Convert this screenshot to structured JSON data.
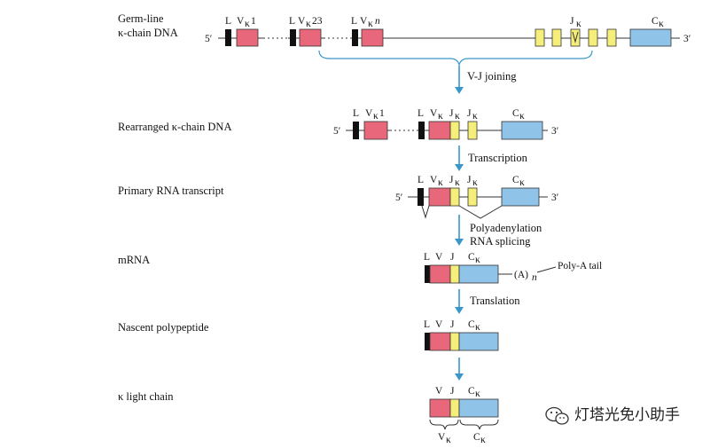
{
  "stages": {
    "germline_1": "Germ-line",
    "germline_2": "κ-chain DNA",
    "rearranged": "Rearranged κ-chain DNA",
    "primary": "Primary RNA transcript",
    "mrna": "mRNA",
    "nascent": "Nascent polypeptide",
    "light_chain": "κ light chain"
  },
  "steps": {
    "vj_joining": "V-J joining",
    "transcription": "Transcription",
    "polyadenylation": "Polyadenylation",
    "rna_splicing": "RNA splicing",
    "translation": "Translation"
  },
  "labels": {
    "five_prime": "5′",
    "three_prime": "3′",
    "L": "L",
    "V": "V",
    "J": "J",
    "kappa": "κ",
    "C": "C",
    "vk1_num": "1",
    "vk23_num": "23",
    "vkn_num": "n",
    "poly_a": "(A)",
    "poly_a_sub": "n",
    "poly_a_tail": "Poly-A tail"
  },
  "watermark": {
    "text": "灯塔光免小助手",
    "icon": "wechat-icon"
  },
  "colors": {
    "leader": "#111111",
    "v_segment": "#e8677a",
    "j_segment": "#f6ee7a",
    "c_segment": "#8fc3e8",
    "arrow": "#3a98c8"
  }
}
